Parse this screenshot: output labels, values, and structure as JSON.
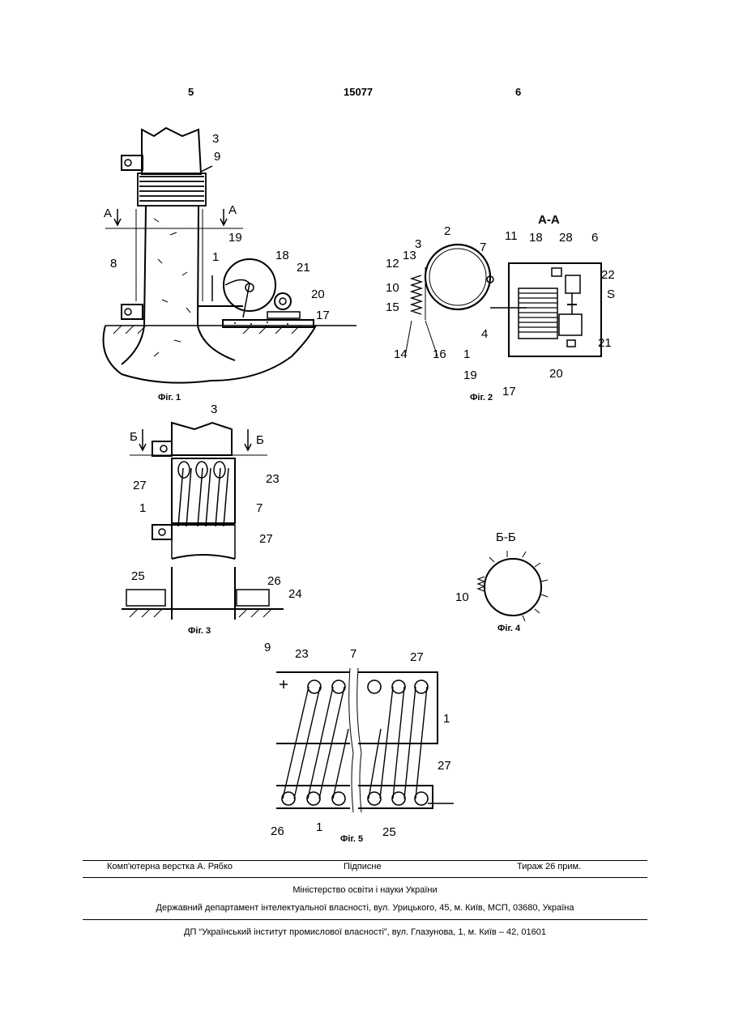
{
  "header": {
    "left": "5",
    "center": "15077",
    "right": "6"
  },
  "figures": {
    "fig1": {
      "caption": "Фіг. 1",
      "labels": [
        "3",
        "9",
        "А",
        "А",
        "8",
        "19",
        "18",
        "1",
        "21",
        "20",
        "17"
      ]
    },
    "fig2": {
      "caption": "Фіг. 2",
      "section": "А-А",
      "labels": [
        "2",
        "7",
        "11",
        "3",
        "13",
        "12",
        "10",
        "15",
        "14",
        "16",
        "18",
        "28",
        "6",
        "22",
        "S",
        "1",
        "4",
        "21",
        "19",
        "20",
        "17"
      ]
    },
    "fig3": {
      "caption": "Фіг. 3",
      "labels": [
        "3",
        "Б",
        "Б",
        "27",
        "23",
        "1",
        "7",
        "27",
        "25",
        "26",
        "24"
      ]
    },
    "fig4": {
      "caption": "Фіг. 4",
      "section": "Б-Б",
      "labels": [
        "10"
      ]
    },
    "fig5": {
      "caption": "Фіг. 5",
      "labels": [
        "9",
        "23",
        "7",
        "27",
        "1",
        "27",
        "26",
        "1",
        "25"
      ]
    }
  },
  "footer": {
    "typeset": "Комп'ютерна верстка А. Рябко",
    "signed": "Підписне",
    "circulation": "Тираж 26 прим.",
    "ministry": "Міністерство освіти і науки України",
    "department": "Державний департамент інтелектуальної власності, вул. Урицького, 45, м. Київ, МСП, 03680, Україна",
    "institute": "ДП “Український інститут промислової власності”, вул. Глазунова, 1, м. Київ – 42, 01601"
  }
}
